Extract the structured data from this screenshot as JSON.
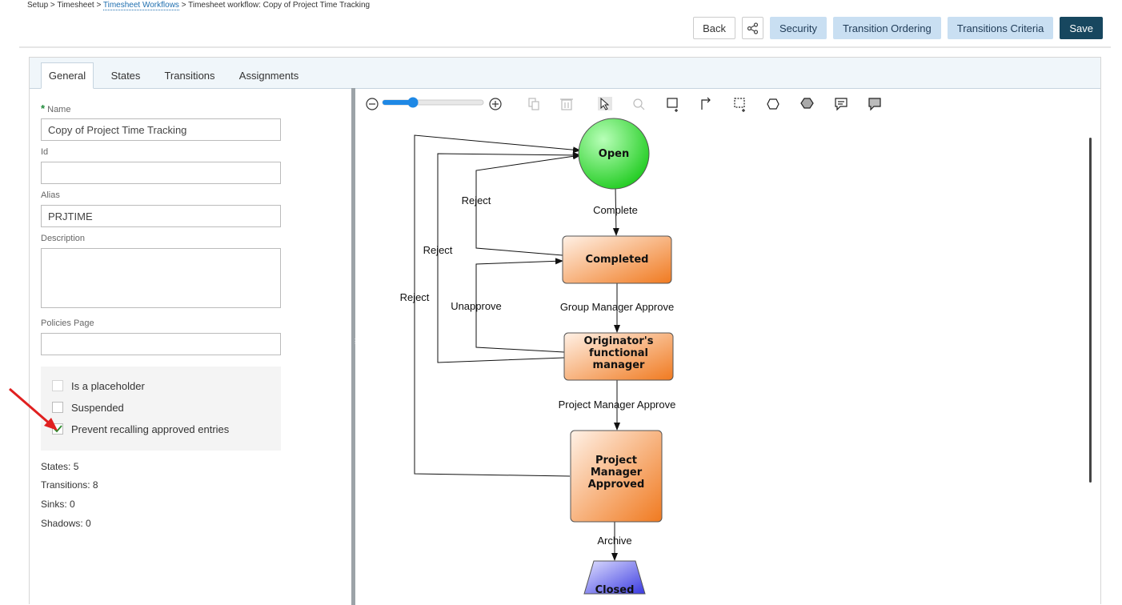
{
  "breadcrumb": {
    "part1": "Setup > Timesheet > ",
    "link": "Timesheet Workflows",
    "part2": " > Timesheet workflow: Copy of Project Time Tracking"
  },
  "toolbar": {
    "back": "Back",
    "security": "Security",
    "transition_ordering": "Transition Ordering",
    "transitions_criteria": "Transitions Criteria",
    "save": "Save"
  },
  "tabs": [
    "General",
    "States",
    "Transitions",
    "Assignments"
  ],
  "form": {
    "required_mark": "*",
    "name_label": "Name",
    "name_value": "Copy of Project Time Tracking",
    "id_label": "Id",
    "id_value": "",
    "alias_label": "Alias",
    "alias_value": "PRJTIME",
    "description_label": "Description",
    "description_value": "",
    "policies_label": "Policies Page",
    "policies_value": ""
  },
  "checkboxes": {
    "placeholder": "Is a placeholder",
    "suspended": "Suspended",
    "prevent": "Prevent recalling approved entries"
  },
  "stats": {
    "states": "States: 5",
    "transitions": "Transitions: 8",
    "sinks": "Sinks: 0",
    "shadows": "Shadows: 0"
  },
  "diagram": {
    "states": {
      "open": "Open",
      "completed": "Completed",
      "originator_l1": "Originator's",
      "originator_l2": "functional",
      "originator_l3": "manager",
      "pm_l1": "Project",
      "pm_l2": "Manager",
      "pm_l3": "Approved",
      "closed": "Closed"
    },
    "transitions": {
      "complete": "Complete",
      "group_approve": "Group Manager Approve",
      "project_approve": "Project Manager Approve",
      "archive": "Archive",
      "reject1": "Reject",
      "reject2": "Reject",
      "reject3": "Reject",
      "unapprove": "Unapprove"
    }
  },
  "colors": {
    "open_state": "#33dd33",
    "task_state": "#f08030",
    "closed_state": "#4040e0",
    "primary_button": "#17475f",
    "light_button": "#c9dff2",
    "annotation_arrow": "#e02020"
  }
}
